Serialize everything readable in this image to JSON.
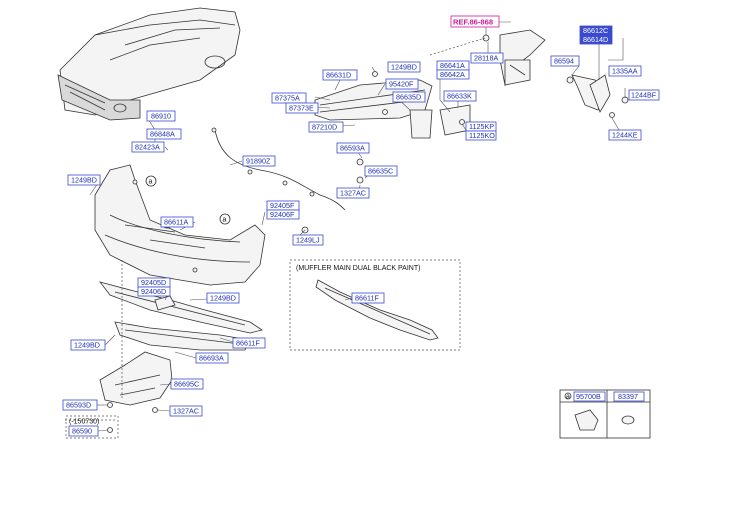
{
  "labels": {
    "ref": "REF.86-868",
    "p28118A": "28118A",
    "p86612C": "86612C",
    "p86614D": "86614D",
    "p86594": "86594",
    "p1335AA": "1335AA",
    "p1244BF": "1244BF",
    "p1244KE": "1244KE",
    "p86631D": "86631D",
    "p1249BD_a": "1249BD",
    "p95420F": "95420F",
    "p87375A": "87375A",
    "p87373E": "87373E",
    "p86635D": "86635D",
    "p87210D": "87210D",
    "p86641A": "86641A",
    "p86642A": "86642A",
    "p86633K": "86633K",
    "p1125KP": "1125KP",
    "p1125KO": "1125KO",
    "p86593A": "86593A",
    "p86635C": "86635C",
    "p1327AC_a": "1327AC",
    "p86910": "86910",
    "p86848A": "86848A",
    "p82423A": "82423A",
    "p1249BD_b": "1249BD",
    "p91890Z": "91890Z",
    "p86611A": "86611A",
    "p92405F": "92405F",
    "p92406F": "92406F",
    "p1249LJ": "1249LJ",
    "p92405D": "92405D",
    "p92406D": "92406D",
    "p1249BD_c": "1249BD",
    "p86611F_a": "86611F",
    "p1249BD_d": "1249BD",
    "p86693A": "86693A",
    "p86695C": "86695C",
    "p86593D": "86593D",
    "p1327AC_b": "1327AC",
    "range": "(-150730)",
    "p86590": "86590",
    "p86611F_b": "86611F",
    "p95700B": "95700B",
    "p83397": "83397",
    "callout_a": "a"
  },
  "muffler_note": "(MUFFLER MAIN DUAL BLACK PAINT)",
  "colors": {
    "label": "#1f2fb5",
    "label_border": "#3a4bd0",
    "ref": "#d0189b"
  }
}
